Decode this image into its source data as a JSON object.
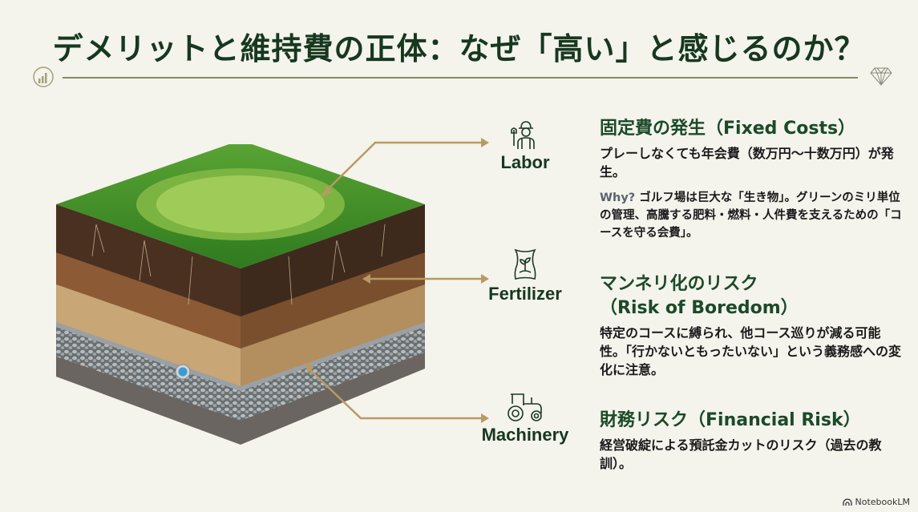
{
  "header": {
    "title": "デメリットと維持費の正体：なぜ「高い」と感じるのか？",
    "left_icon": "growth-chart-icon",
    "right_icon": "diamond-icon"
  },
  "illustration": {
    "subject": "golf-green-soil-cross-section",
    "layers": [
      "grass-green",
      "root-zone-topsoil",
      "clay-soil",
      "sand-layer",
      "gravel-drainage-with-pipe",
      "subsoil"
    ]
  },
  "cost_factors": [
    {
      "label": "Labor",
      "icon": "worker-with-shovel-icon"
    },
    {
      "label": "Fertilizer",
      "icon": "fertilizer-bag-icon"
    },
    {
      "label": "Machinery",
      "icon": "tractor-icon"
    }
  ],
  "sections": {
    "fixed": {
      "heading": "固定費の発生（Fixed Costs）",
      "body": "プレーしなくても年会費（数万円～十数万円）が発生。",
      "why_label": "Why?",
      "why_text": "ゴルフ場は巨大な「生き物」。グリーンのミリ単位の管理、高騰する肥料・燃料・人件費を支えるための「コースを守る会費」。"
    },
    "boredom": {
      "heading_line1": "マンネリ化のリスク",
      "heading_line2": "（Risk of Boredom）",
      "body": "特定のコースに縛られ、他コース巡りが減る可能性。「行かないともったいない」という義務感への変化に注意。"
    },
    "financial": {
      "heading": "財務リスク（Financial Risk）",
      "body": "経営破綻による預託金カットのリスク（過去の教訓）。"
    }
  },
  "branding": {
    "label": "NotebookLM"
  },
  "colors": {
    "background": "#f4f3ec",
    "title": "#16381f",
    "heading": "#1b4a28",
    "arrow": "#b89a63",
    "rule": "#8a8a62"
  }
}
